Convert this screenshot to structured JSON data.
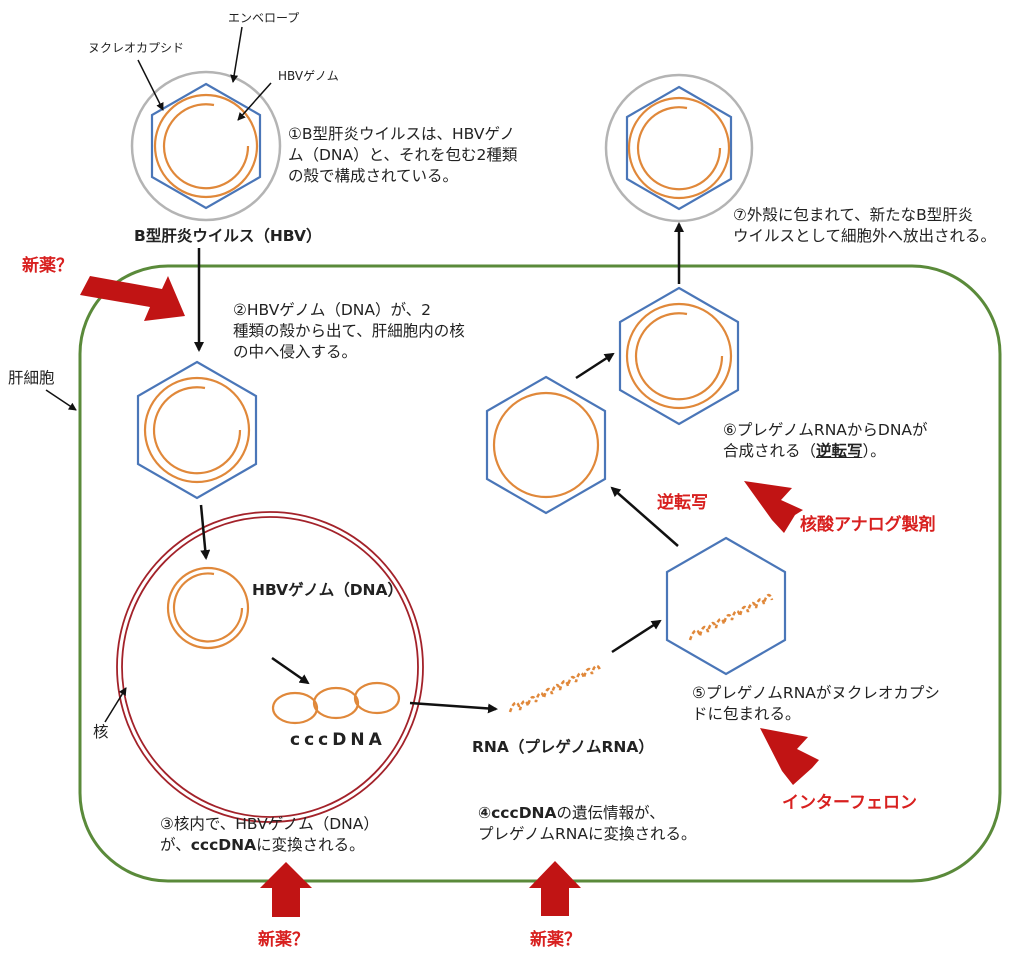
{
  "colors": {
    "cell_border": "#5a8a3a",
    "nucleus_border": "#a3222a",
    "capsid": "#4a76b8",
    "genome": "#e0883a",
    "envelope": "#b4b4b4",
    "drug_arrow": "#c11414",
    "drug_text": "#d8201f",
    "arrow": "#111111"
  },
  "labels": {
    "envelope": "エンベロープ",
    "nucleocapsid": "ヌクレオカプシド",
    "hbv_genome": "HBVゲノム",
    "hbv_name": "B型肝炎ウイルス（HBV）",
    "hepatocyte": "肝細胞",
    "nucleus": "核",
    "hbv_genome_dna": "HBVゲノム（DNA）",
    "cccdna": "cccDNA",
    "rna": "RNA（プレゲノムRNA）"
  },
  "steps": {
    "s1": [
      "①B型肝炎ウイルスは、HBVゲノ",
      "ム（DNA）と、それを包む2種類",
      "の殻で構成されている。"
    ],
    "s2": [
      "②HBVゲノム（DNA）が、2",
      "種類の殻から出て、肝細胞内の核",
      "の中へ侵入する。"
    ],
    "s3": {
      "line1": "③核内で、HBVゲノム（DNA）",
      "line2_pre": "が、",
      "line2_bold": "cccDNA",
      "line2_post": "に変換される。"
    },
    "s4": {
      "line1_bold": "④cccDNA",
      "line1_post": "の遺伝情報が、",
      "line2": "プレゲノムRNAに変換される。"
    },
    "s5": [
      "⑤プレゲノムRNAがヌクレオカプシ",
      "ドに包まれる。"
    ],
    "s6": {
      "line1": "⑥プレゲノムRNAからDNAが",
      "line2_pre": "合成される（",
      "line2_u": "逆転写",
      "line2_post": "）。"
    },
    "s7": [
      "⑦外殻に包まれて、新たなB型肝炎",
      "ウイルスとして細胞外へ放出される。"
    ]
  },
  "drugs": {
    "new_drug": "新薬？",
    "reverse_transcription": "逆転写",
    "nucleoside_analog": "核酸アナログ製剤",
    "interferon": "インターフェロン"
  }
}
